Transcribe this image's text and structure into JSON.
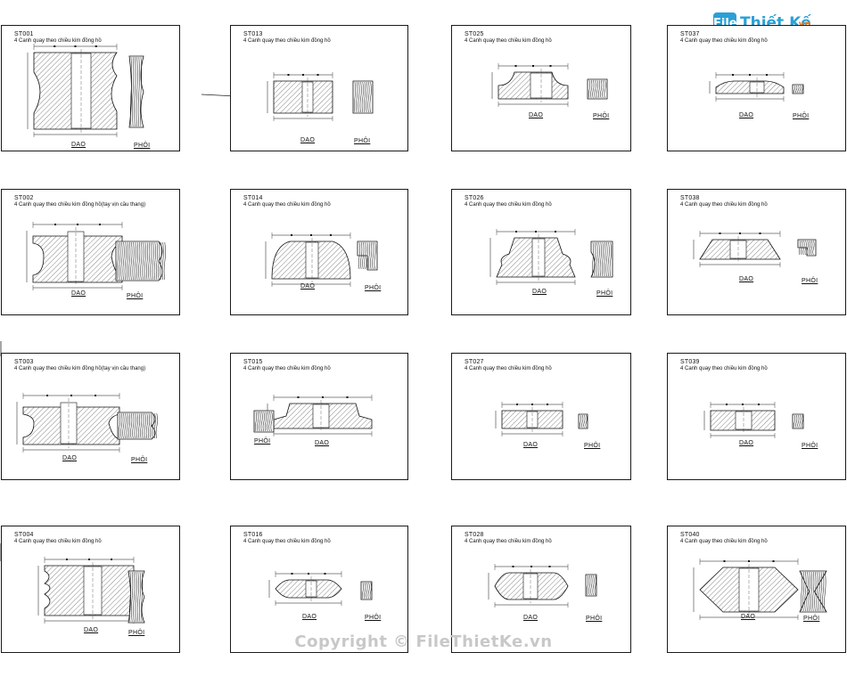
{
  "logo": {
    "mark": "File",
    "name": "Thiết Kế",
    "suffix": ".vn"
  },
  "watermark": "Copyright © FileThietKe.vn",
  "labels": {
    "dao": "DAO",
    "phoi": "PHÔI"
  },
  "panels": [
    {
      "code": "ST001",
      "desc": "4 Canh quay theo chiều kim đồng hồ"
    },
    {
      "code": "ST013",
      "desc": "4 Canh quay theo chiều kim đồng hồ"
    },
    {
      "code": "ST025",
      "desc": "4 Canh quay theo chiều kim đồng hồ"
    },
    {
      "code": "ST037",
      "desc": "4 Canh quay theo chiều kim đồng hồ"
    },
    {
      "code": "ST002",
      "desc": "4 Canh quay theo chiều kim đồng hồ(tay vịn cầu thang)"
    },
    {
      "code": "ST014",
      "desc": "4 Canh quay theo chiều kim đồng hồ"
    },
    {
      "code": "ST026",
      "desc": "4 Canh quay theo chiều kim đồng hồ"
    },
    {
      "code": "ST038",
      "desc": "4 Canh quay theo chiều kim đồng hồ"
    },
    {
      "code": "ST003",
      "desc": "4 Canh quay theo chiều kim đồng hồ(tay vịn cầu thang)"
    },
    {
      "code": "ST015",
      "desc": "4 Canh quay theo chiều kim đồng hồ"
    },
    {
      "code": "ST027",
      "desc": "4 Canh quay theo chiều kim đồng hồ"
    },
    {
      "code": "ST039",
      "desc": "4 Canh quay theo chiều kim đồng hồ"
    },
    {
      "code": "ST004",
      "desc": "4 Canh quay theo chiều kim đồng hồ"
    },
    {
      "code": "ST016",
      "desc": "4 Canh quay theo chiều kim đồng hồ"
    },
    {
      "code": "ST028",
      "desc": "4 Canh quay theo chiều kim đồng hồ"
    },
    {
      "code": "ST040",
      "desc": "4 Canh quay theo chiều kim đồng hồ"
    }
  ]
}
